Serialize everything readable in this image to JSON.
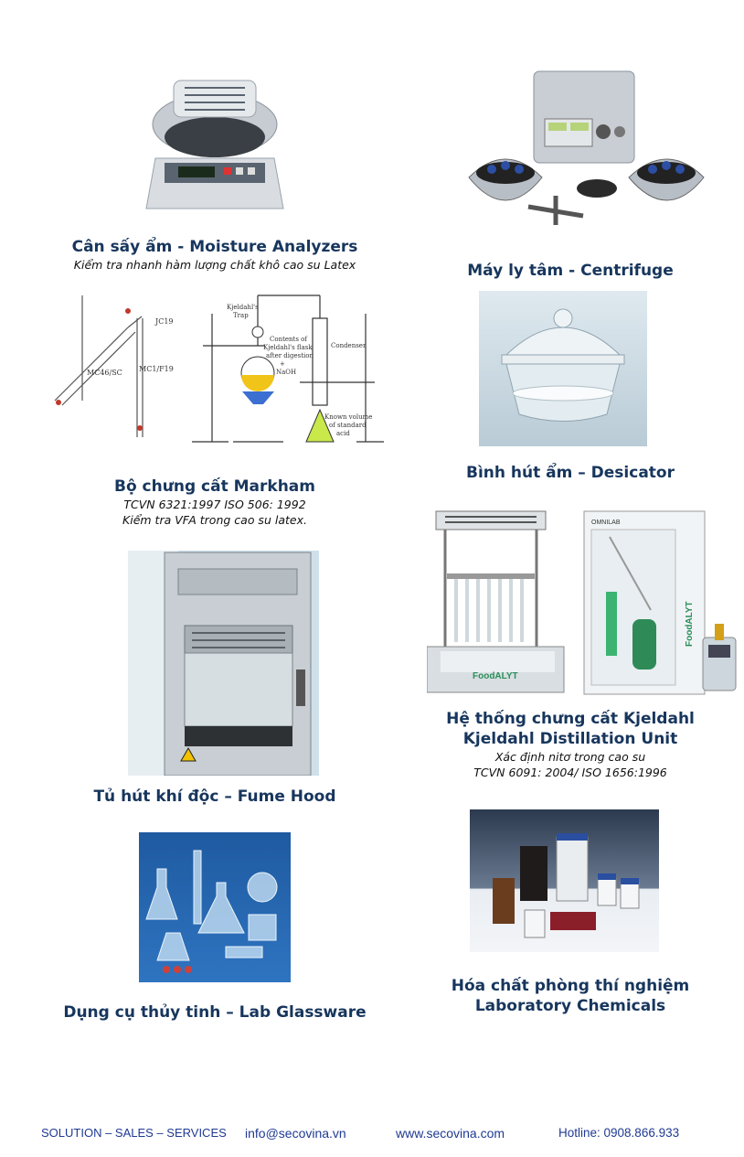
{
  "products": {
    "moisture": {
      "title": "Cân sấy ẩm - Moisture Analyzers",
      "desc": "Kiểm tra nhanh hàm lượng chất khô cao su Latex"
    },
    "centrifuge": {
      "title": "Máy ly tâm -  Centrifuge"
    },
    "markham": {
      "title": "Bộ chưng cất Markham",
      "desc1": "TCVN 6321:1997 ISO 506: 1992",
      "desc2": "Kiểm tra VFA  trong cao su latex.",
      "labels": {
        "jc19": "JC19",
        "mc46": "MC46/SC",
        "mc1": "MC1/F19",
        "trap1": "Kjeldahl's",
        "trap2": "Trap",
        "contents1": "Contents of",
        "contents2": "Kjeldahl's flask",
        "contents3": "after digestion",
        "contents4": "+",
        "contents5": "NaOH",
        "condenser": "Condenser",
        "known1": "Known volume",
        "known2": "of standard",
        "known3": "acid"
      }
    },
    "desicator": {
      "title": "Bình hút ẩm – Desicator"
    },
    "kjeldahl": {
      "title1": "Hệ thống chưng cất Kjeldahl",
      "title2": "Kjeldahl Distillation Unit",
      "desc1": "Xác định nitơ trong cao su",
      "desc2": "TCVN 6091: 2004/ ISO 1656:1996",
      "brand1": "FoodALYT",
      "brand2": "FoodALYT",
      "brand3": "OMNILAB"
    },
    "fumehood": {
      "title": "Tủ hút khí độc – Fume Hood"
    },
    "glassware": {
      "title": "Dụng cụ thủy tinh – Lab Glassware"
    },
    "chemicals": {
      "title1": "Hóa chất phòng thí nghiệm",
      "title2": "Laboratory Chemicals"
    }
  },
  "footer": {
    "tagline": "SOLUTION – SALES – SERVICES",
    "email": "info@secovina.vn",
    "website": "www.secovina.com",
    "hotline": "Hotline: 0908.866.933"
  },
  "colors": {
    "heading": "#17365d",
    "footer": "#1f3a93"
  }
}
